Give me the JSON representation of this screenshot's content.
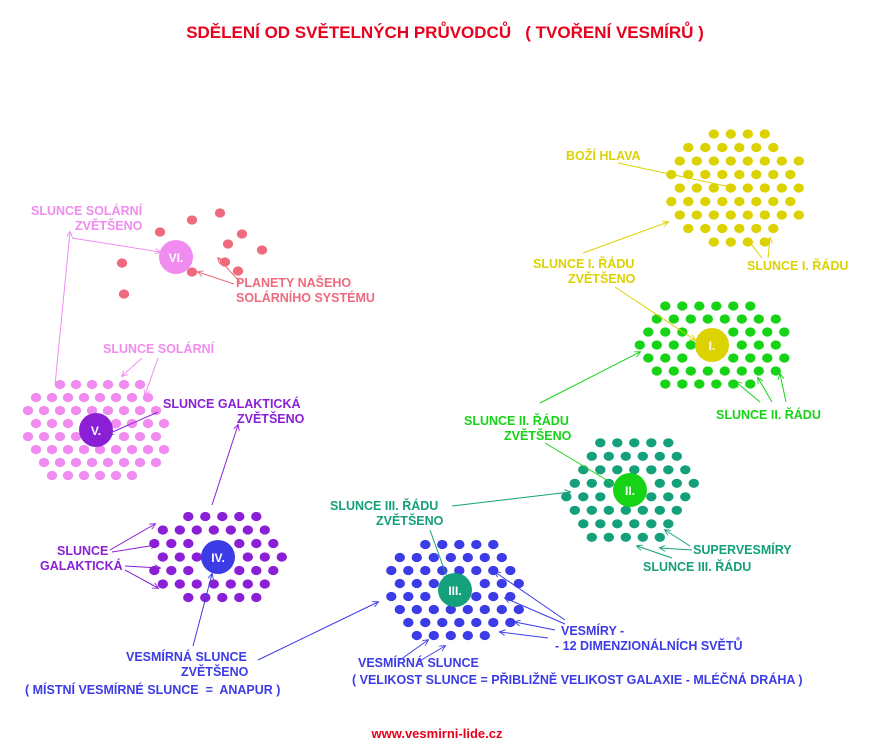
{
  "title": "SDĚLENÍ OD SVĚTELNÝCH PRŮVODCŮ   ( TVOŘENÍ VESMÍRŮ )",
  "footer": "www.vesmirni-lide.cz",
  "colors": {
    "title": "#e8001c",
    "footer": "#e8001c",
    "yellow": "#dcd200",
    "green": "#16d316",
    "teal": "#14a07a",
    "blue": "#3c3ce6",
    "purple": "#8a1fd6",
    "pink": "#f08cf0",
    "salmon": "#ee6a7c"
  },
  "clusters": {
    "I": {
      "label": "I."
    },
    "II": {
      "label": "II."
    },
    "III": {
      "label": "III."
    },
    "IV": {
      "label": "IV."
    },
    "V": {
      "label": "V."
    },
    "VI": {
      "label": "VI."
    }
  },
  "labels": {
    "bozi_hlava": "BOŽÍ HLAVA",
    "slunce_i_radu": "SLUNCE I. ŘÁDU",
    "slunce_i_zvetseno_1": "SLUNCE I. ŘÁDU",
    "slunce_i_zvetseno_2": "ZVĚTŠENO",
    "slunce_ii_radu": "SLUNCE II. ŘÁDU",
    "slunce_ii_zvetseno_1": "SLUNCE II. ŘÁDU",
    "slunce_ii_zvetseno_2": "ZVĚTŠENO",
    "supervesmiry": "SUPERVESMÍRY",
    "slunce_iii_radu": "SLUNCE III. ŘÁDU",
    "slunce_iii_zvetseno_1": "SLUNCE III. ŘÁDU",
    "slunce_iii_zvetseno_2": "ZVĚTŠENO",
    "vesmiry_1": "VESMÍRY -",
    "vesmiry_2": "- 12 DIMENZIONÁLNÍCH SVĚTŮ",
    "vesmirna_slunce": "VESMÍRNÁ SLUNCE",
    "velikost_slunce": "( VELIKOST SLUNCE = PŘIBLIŽNĚ VELIKOST GALAXIE - MLÉČNÁ DRÁHA )",
    "vesmirna_zvetseno_1": "VESMÍRNÁ SLUNCE",
    "vesmirna_zvetseno_2": "ZVĚTŠENO",
    "mistni": "( MÍSTNÍ VESMÍRNÉ SLUNCE  =  ANAPUR )",
    "slunce_galakticka_1": "SLUNCE",
    "slunce_galakticka_2": "GALAKTICKÁ",
    "galakticka_zvetseno_1": "SLUNCE GALAKTICKÁ",
    "galakticka_zvetseno_2": "ZVĚTŠENO",
    "slunce_solarni": "SLUNCE SOLÁRNÍ",
    "solarni_zvetseno_1": "SLUNCE SOLÁRNÍ",
    "solarni_zvetseno_2": "ZVĚTŠENO",
    "planety_1": "PLANETY NAŠEHO",
    "planety_2": "SOLÁRNÍHO SYSTÉMU"
  }
}
